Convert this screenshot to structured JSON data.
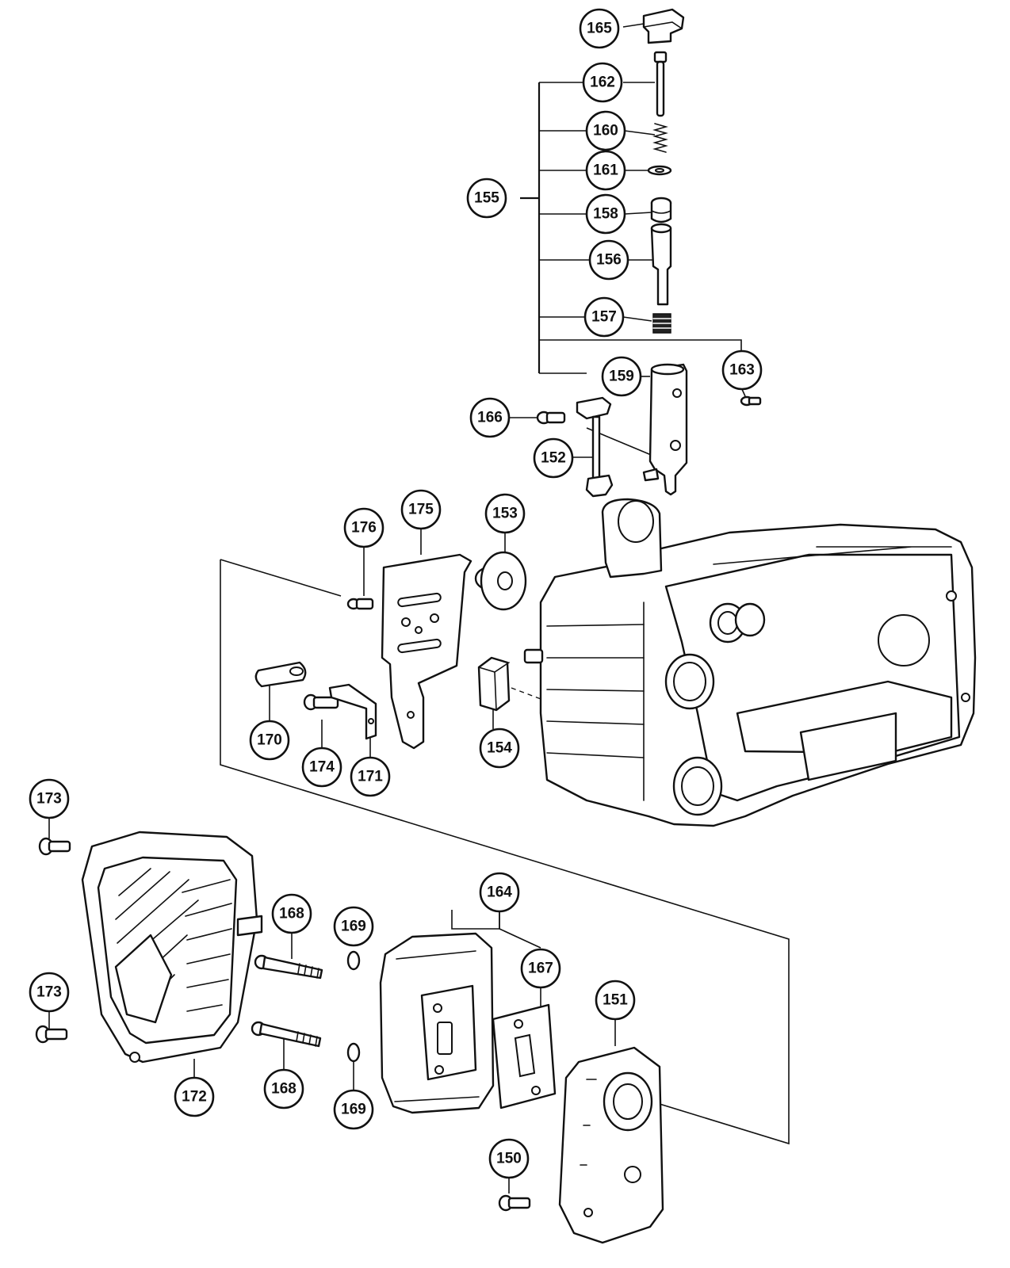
{
  "callouts": {
    "c165": "165",
    "c162": "162",
    "c160": "160",
    "c161": "161",
    "c155": "155",
    "c158": "158",
    "c156": "156",
    "c157": "157",
    "c163": "163",
    "c159": "159",
    "c166": "166",
    "c152": "152",
    "c175": "175",
    "c153": "153",
    "c176": "176",
    "c170": "170",
    "c174": "174",
    "c171": "171",
    "c154": "154",
    "c173a": "173",
    "c173b": "173",
    "c168a": "168",
    "c169a": "169",
    "c164": "164",
    "c167": "167",
    "c151": "151",
    "c168b": "168",
    "c169b": "169",
    "c172": "172",
    "c150": "150"
  },
  "colors": {
    "line": "#111111",
    "background": "#ffffff"
  }
}
